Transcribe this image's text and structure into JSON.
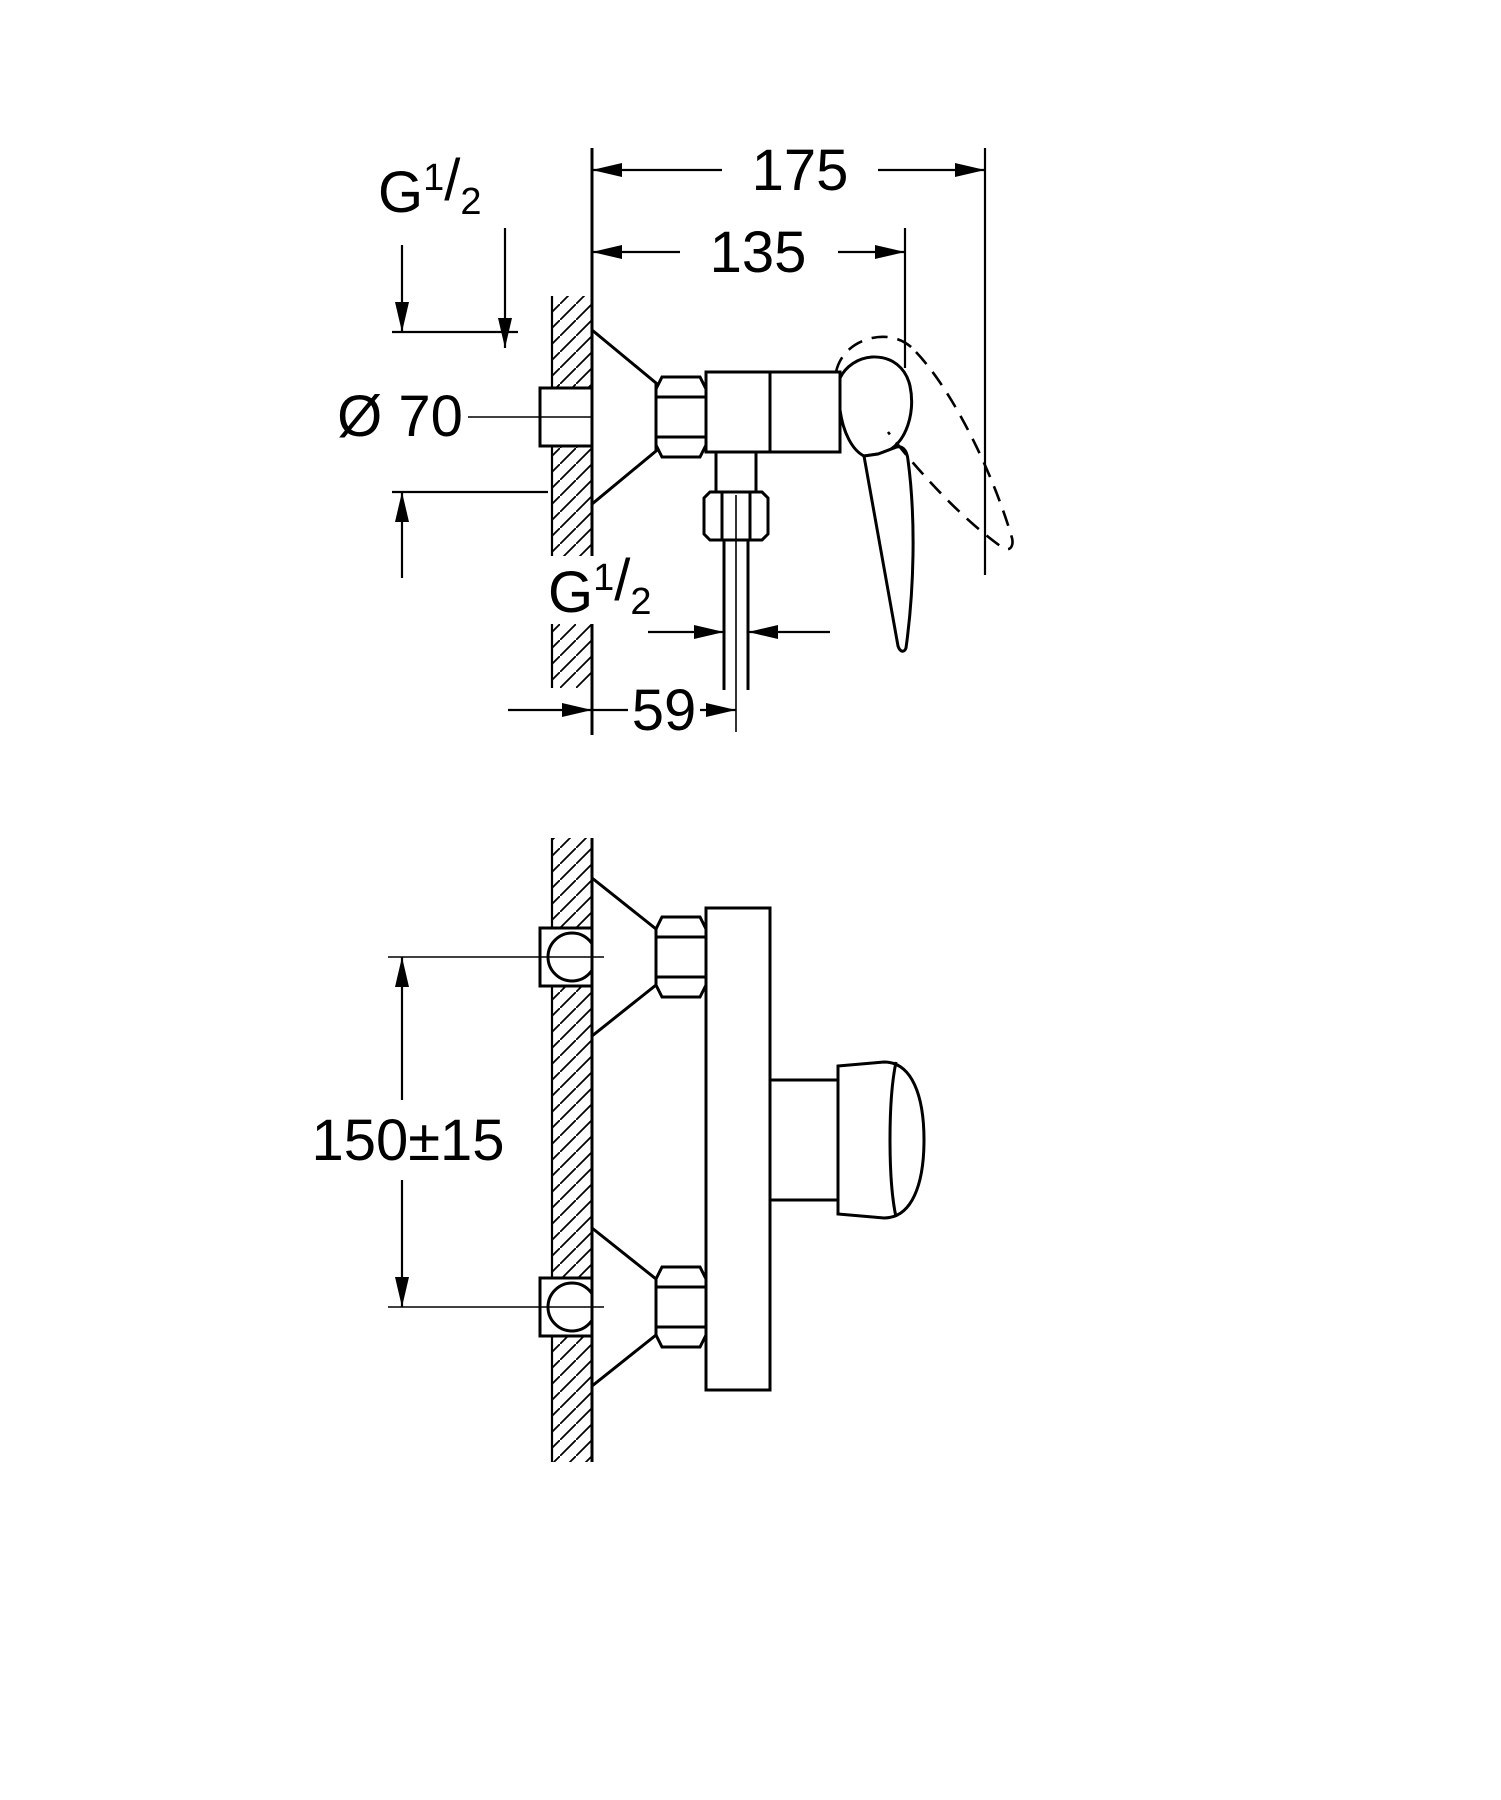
{
  "title": "shower-mixer-installation-dimension-drawing",
  "colors": {
    "line": "#000000",
    "background": "#ffffff"
  },
  "top_view": {
    "dim_total_depth": "175",
    "dim_body_depth": "135",
    "inlet_thread": {
      "g": "G",
      "num": "1",
      "slash": "/",
      "den": "2"
    },
    "dim_escutcheon_diameter": "Ø 70",
    "outlet_thread": {
      "g": "G",
      "num": "1",
      "slash": "/",
      "den": "2"
    },
    "dim_outlet_offset": "59"
  },
  "front_view": {
    "dim_connection_spacing": "150±15"
  }
}
